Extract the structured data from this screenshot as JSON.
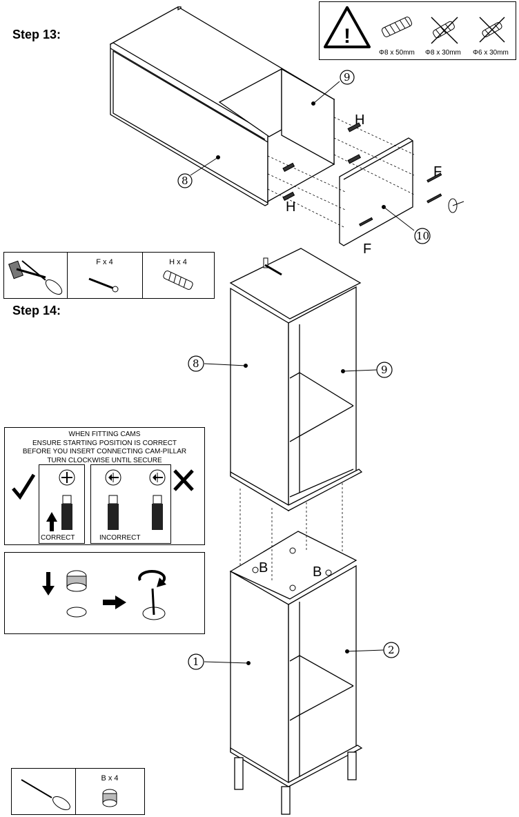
{
  "steps": {
    "step13": "Step 13:",
    "step14": "Step 14:"
  },
  "dowel_box": {
    "sizes": [
      "Φ8 x 50mm",
      "Φ8 x 30mm",
      "Φ6 x 30mm"
    ],
    "icons": [
      "warning-icon",
      "dowel-icon",
      "crossed-dowel-icon",
      "crossed-dowel-icon"
    ]
  },
  "step13_parts": {
    "qty_f": "F x 4",
    "qty_h": "H x 4",
    "tools": [
      "hammer-icon",
      "screwdriver-icon"
    ]
  },
  "step13_labels": {
    "panel_8": "8",
    "panel_9": "9",
    "panel_10": "10",
    "h_top": "H",
    "h_bottom": "H",
    "f_right": "F",
    "f_bottom": "F"
  },
  "cam_notice": {
    "lines": [
      "WHEN FITTING CAMS",
      "ENSURE STARTING POSITION IS CORRECT",
      "BEFORE YOU INSERT CONNECTING CAM-PILLAR",
      "TURN CLOCKWISE UNTIL SECURE"
    ],
    "correct": "CORRECT",
    "incorrect": "INCORRECT"
  },
  "step14_labels": {
    "panel_8": "8",
    "panel_9": "9",
    "panel_1": "1",
    "panel_2": "2",
    "b_left": "B",
    "b_right": "B"
  },
  "step14_parts": {
    "qty_b": "B x 4",
    "tools": [
      "screwdriver-icon",
      "cam-lock-icon"
    ]
  }
}
